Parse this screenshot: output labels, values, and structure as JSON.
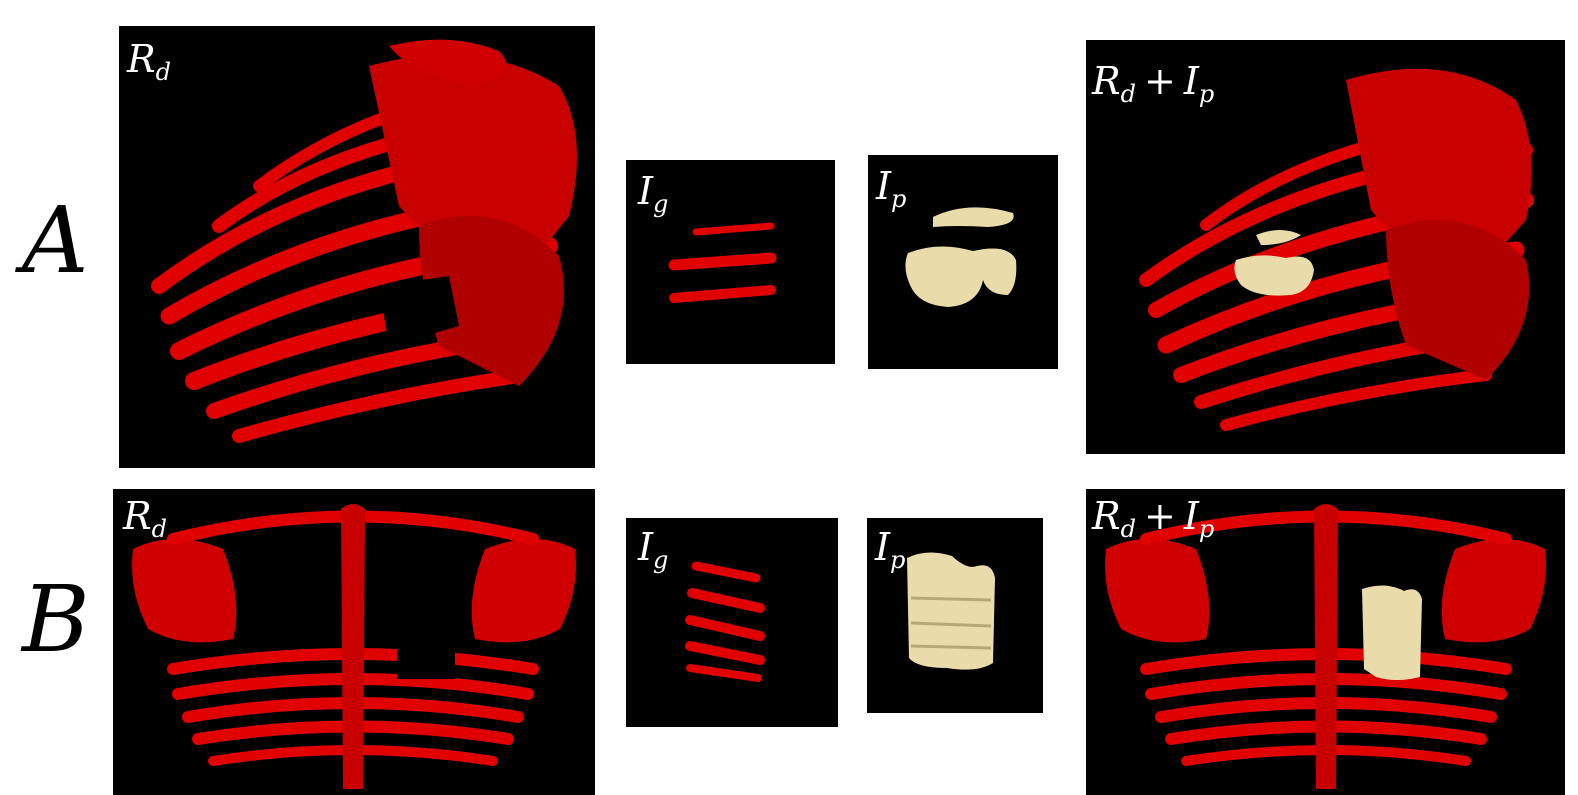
{
  "rows": [
    {
      "letter": "A"
    },
    {
      "letter": "B"
    }
  ],
  "labels": {
    "rd": {
      "base": "R",
      "sub": "d"
    },
    "ig": {
      "base": "I",
      "sub": "g"
    },
    "ip": {
      "base": "I",
      "sub": "p"
    },
    "rdip": {
      "a": "R",
      "a_sub": "d",
      "op": "+",
      "b": "I",
      "b_sub": "p"
    }
  },
  "colors": {
    "background": "#ffffff",
    "panel": "#000000",
    "bone": "#e00000",
    "bone_dark": "#8a0000",
    "implant": "#eadcaa"
  }
}
